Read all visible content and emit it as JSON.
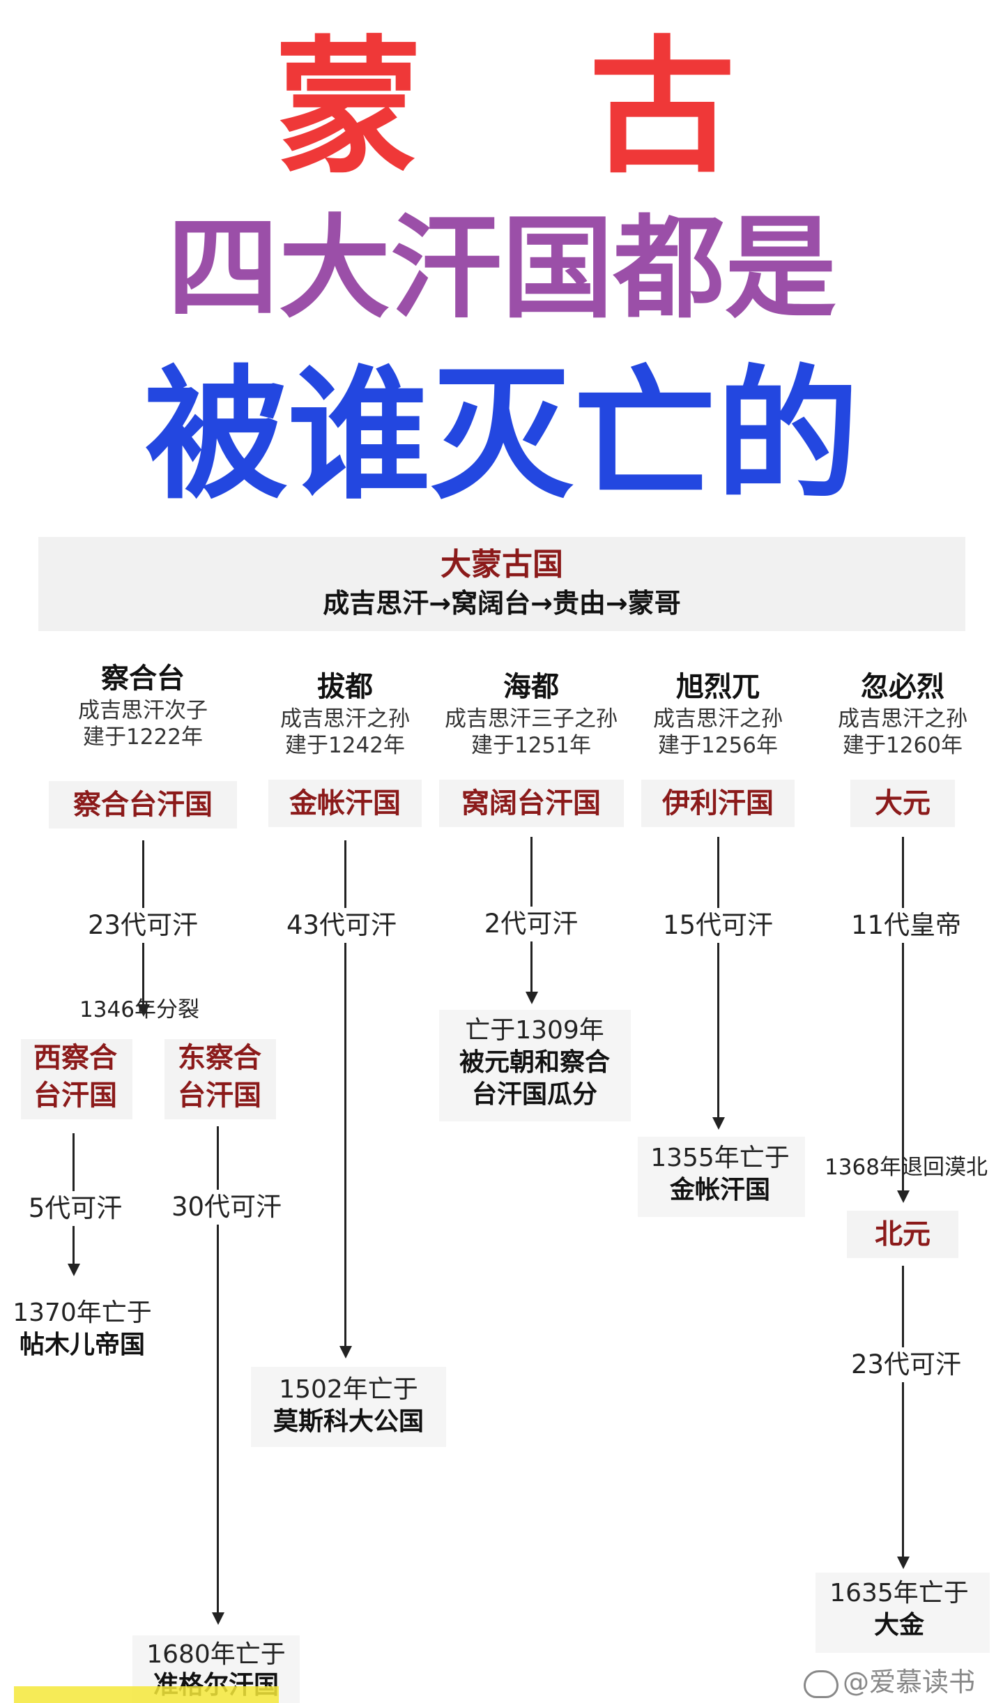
{
  "title": {
    "line1_a": "蒙",
    "line1_b": "古",
    "line2": "四大汗国都是",
    "line3": "被谁灭亡的"
  },
  "root": {
    "name": "大蒙古国",
    "sequence": "成吉思汗→窝阔台→贵由→蒙哥"
  },
  "founders": [
    {
      "name": "察合台",
      "relation": "成吉思汗次子",
      "founded": "建于1222年",
      "khanate": "察合台汗国",
      "generations": "23代可汗"
    },
    {
      "name": "拔都",
      "relation": "成吉思汗之孙",
      "founded": "建于1242年",
      "khanate": "金帐汗国",
      "generations": "43代可汗"
    },
    {
      "name": "海都",
      "relation": "成吉思汗三子之孙",
      "founded": "建于1251年",
      "khanate": "窝阔台汗国",
      "generations": "2代可汗"
    },
    {
      "name": "旭烈兀",
      "relation": "成吉思汗之孙",
      "founded": "建于1256年",
      "khanate": "伊利汗国",
      "generations": "15代可汗"
    },
    {
      "name": "忽必烈",
      "relation": "成吉思汗之孙",
      "founded": "建于1260年",
      "khanate": "大元",
      "generations": "11代皇帝"
    }
  ],
  "chagatai_split": {
    "note": "1346年分裂",
    "west": {
      "name_line1": "西察合",
      "name_line2": "台汗国",
      "generations": "5代可汗",
      "end_line1": "1370年亡于",
      "end_line2": "帖木儿帝国"
    },
    "east": {
      "name_line1": "东察合",
      "name_line2": "台汗国",
      "generations": "30代可汗",
      "end_line1": "1680年亡于",
      "end_line2": "准格尔汗国"
    }
  },
  "golden_horde_end": {
    "line1": "1502年亡于",
    "line2": "莫斯科大公国"
  },
  "ogedei_end": {
    "line1": "亡于1309年",
    "line2": "被元朝和察合",
    "line3": "台汗国瓜分"
  },
  "ilkhanate_end": {
    "line1": "1355年亡于",
    "line2": "金帐汗国"
  },
  "yuan": {
    "retreat_note": "1368年退回漠北",
    "northern_yuan": "北元",
    "generations": "23代可汗",
    "end_line1": "1635年亡于",
    "end_line2": "大金"
  },
  "watermark": "@爱慕读书",
  "colors": {
    "title_red": "#ef3838",
    "title_purple": "#9b4fa8",
    "title_blue": "#2347e0",
    "khanate_red": "#8b1a1a"
  }
}
